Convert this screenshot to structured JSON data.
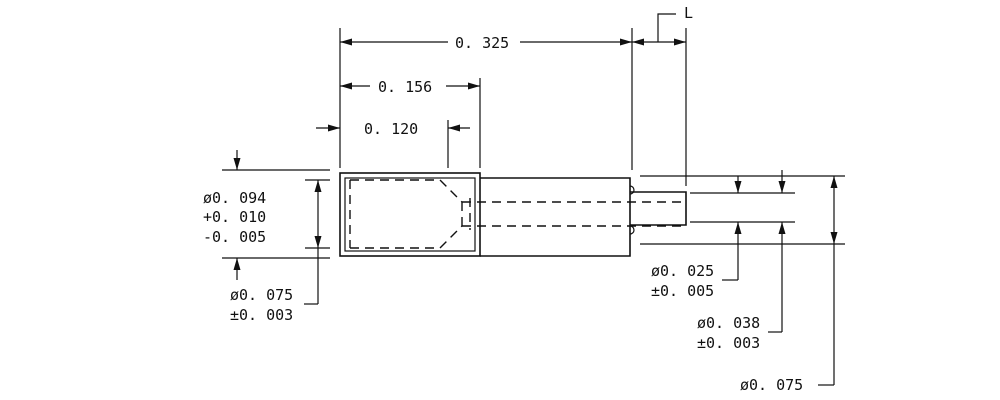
{
  "drawing": {
    "dim_overall_length": "0. 325",
    "dim_counterbore_length": "0. 156",
    "dim_body_length": "0. 120",
    "dim_pin_length": "L",
    "dim_head_dia": [
      "ø0. 094",
      "+0. 010",
      "-0. 005"
    ],
    "dim_bore_dia": [
      "ø0. 075",
      "±0. 003"
    ],
    "dim_pin_tip_dia": [
      "ø0. 025",
      "±0. 005"
    ],
    "dim_pin_dia": [
      "ø0. 038",
      "±0. 003"
    ],
    "dim_shank_dia": "ø0. 075"
  }
}
